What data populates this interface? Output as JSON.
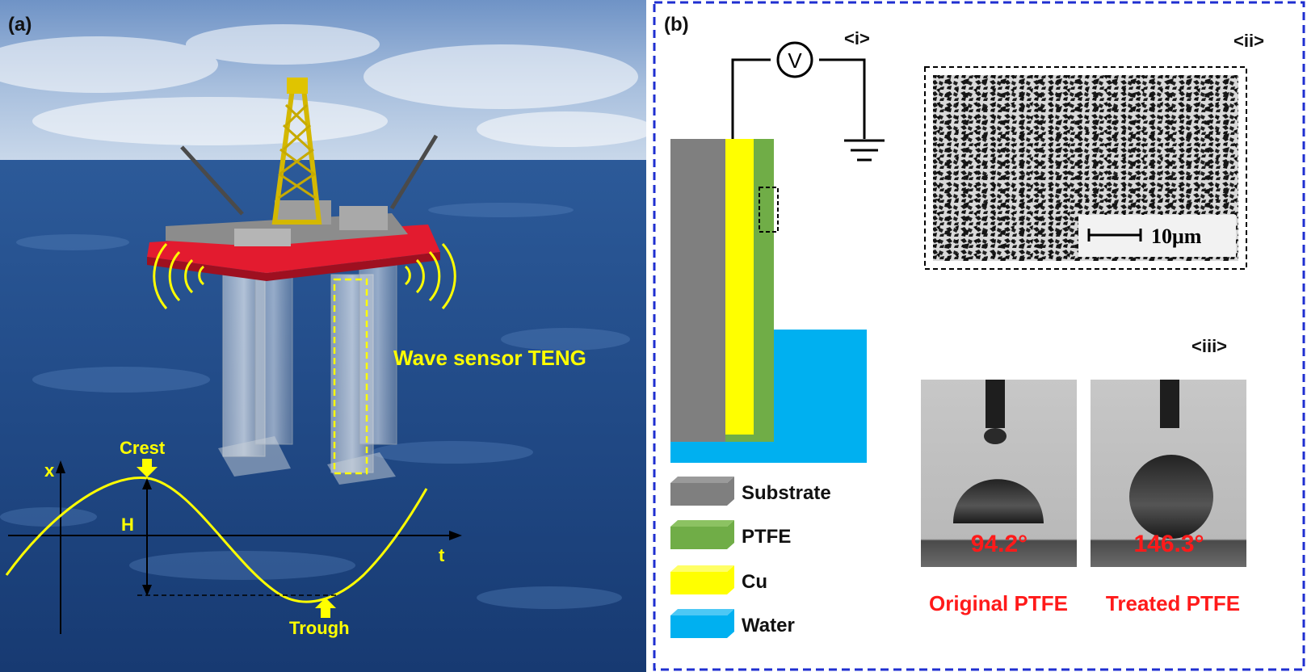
{
  "panel_a": {
    "label": "(a)",
    "sensor_label": "Wave sensor TENG",
    "wave": {
      "crest_label": "Crest",
      "trough_label": "Trough",
      "height_label": "H",
      "x_axis_label": "x",
      "t_axis_label": "t"
    }
  },
  "panel_b": {
    "label": "(b)",
    "sub_i": "<i>",
    "sub_ii": "<ii>",
    "sub_iii": "<iii>",
    "voltmeter_symbol": "V",
    "scale_bar": "10μm",
    "legend": [
      {
        "label": "Substrate",
        "color": "#7f7f7f"
      },
      {
        "label": "PTFE",
        "color": "#70ad47"
      },
      {
        "label": "Cu",
        "color": "#ffff00"
      },
      {
        "label": "Water",
        "color": "#00b0f0"
      }
    ],
    "contact_angles": [
      {
        "angle": "94.2°",
        "caption": "Original PTFE"
      },
      {
        "angle": "146.3°",
        "caption": "Treated PTFE"
      }
    ]
  },
  "colors": {
    "annotation_yellow": "#ffff00",
    "angle_red": "#ff1a1a",
    "frame_blue": "#1f2fd0"
  }
}
